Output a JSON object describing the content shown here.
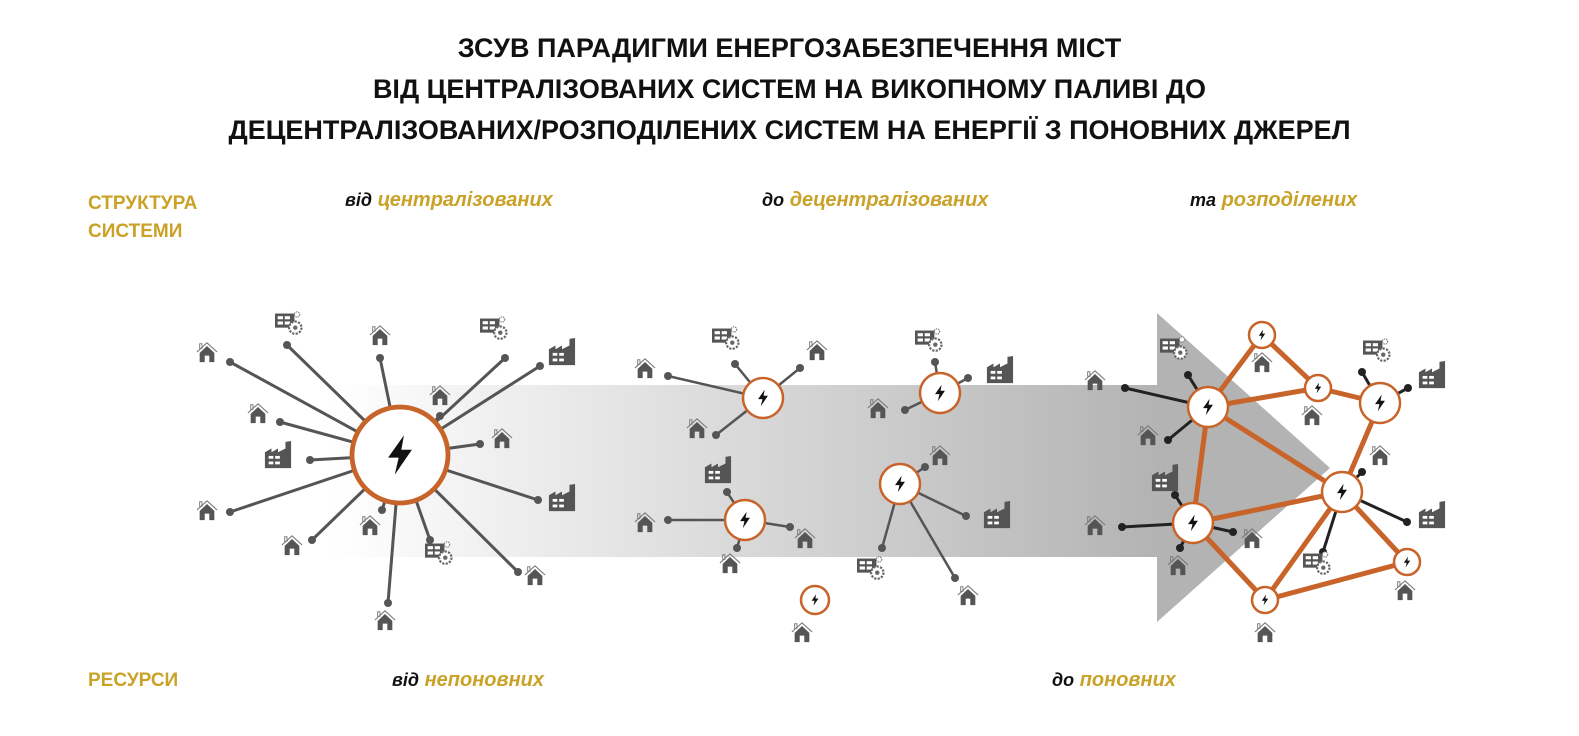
{
  "title": {
    "line1": "ЗСУВ ПАРАДИГМИ ЕНЕРГОЗАБЕЗПЕЧЕННЯ МІСТ",
    "line2": "ВІД ЦЕНТРАЛІЗОВАНИХ СИСТЕМ НА ВИКОПНОМУ ПАЛИВІ ДО",
    "line3": "ДЕЦЕНТРАЛІЗОВАНИХ/РОЗПОДІЛЕНИХ СИСТЕМ НА ЕНЕРГІЇ З ПОНОВНИХ ДЖЕРЕЛ"
  },
  "structure": {
    "label_line1": "СТРУКТУРА",
    "label_line2": "СИСТЕМИ",
    "stages": [
      {
        "pre": "від",
        "keyword": "централізованих"
      },
      {
        "pre": "до",
        "keyword": "децентралізованих"
      },
      {
        "pre": "та",
        "keyword": "розподілених"
      }
    ]
  },
  "resources": {
    "label": "РЕСУРСИ",
    "stages": [
      {
        "pre": "від",
        "keyword": "непоновних"
      },
      {
        "pre": "до",
        "keyword": "поновних"
      }
    ]
  },
  "colors": {
    "accent_gold": "#c9a227",
    "hub_orange": "#c8642a",
    "icon_gray": "#555555",
    "arrow_gray": "#b3b3b3"
  }
}
